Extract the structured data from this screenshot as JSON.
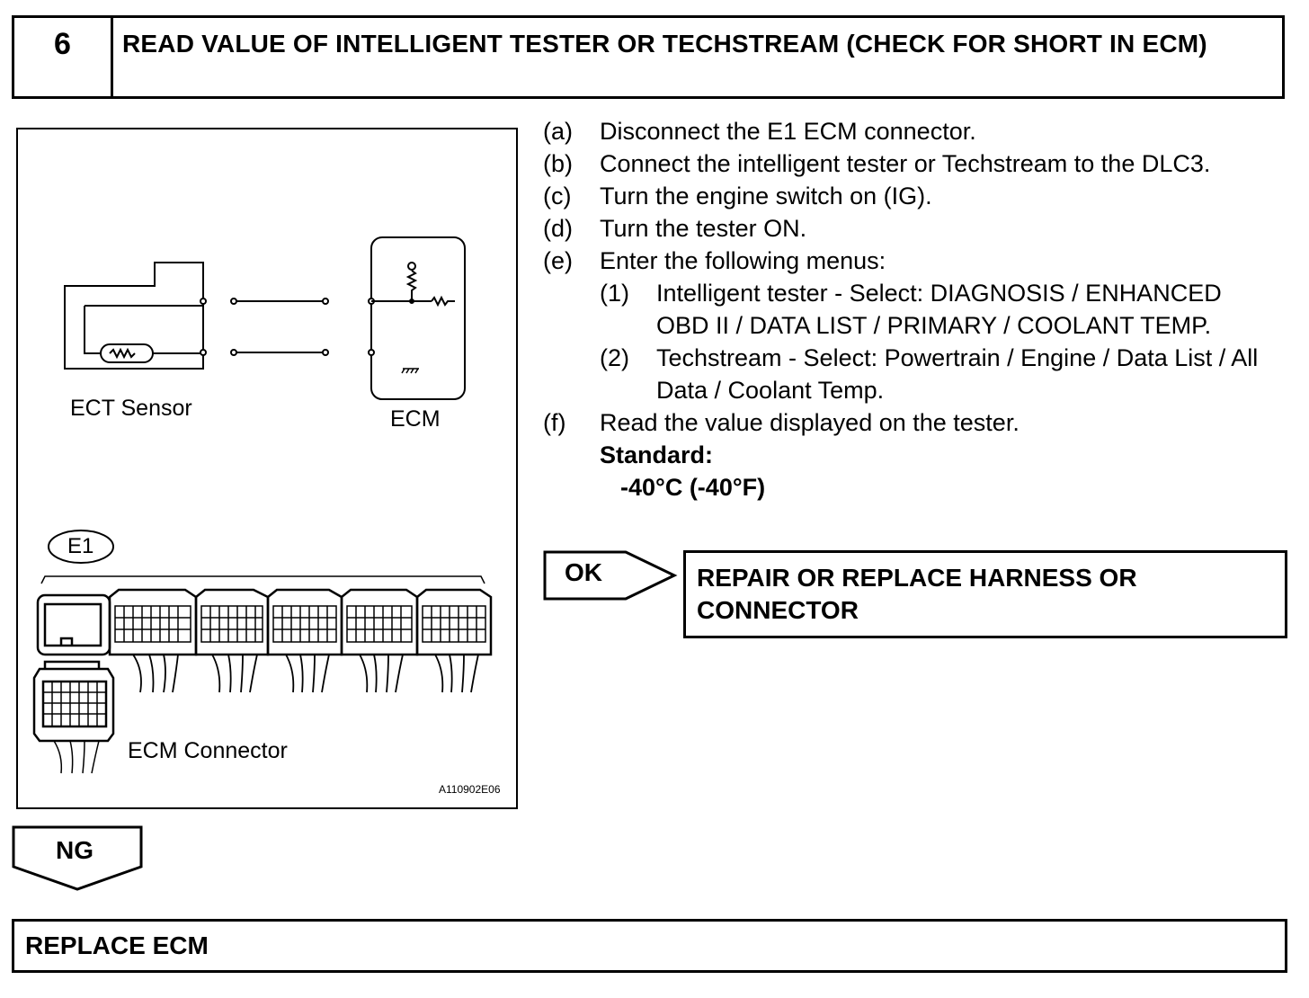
{
  "step": {
    "number": "6",
    "title": "READ VALUE OF INTELLIGENT TESTER OR TECHSTREAM (CHECK FOR SHORT IN ECM)"
  },
  "figure": {
    "sensor_label": "ECT Sensor",
    "ecm_label": "ECM",
    "connector_tag": "E1",
    "connector_label": "ECM Connector",
    "figure_code": "A110902E06"
  },
  "instructions": {
    "a": {
      "mark": "(a)",
      "text": "Disconnect the E1 ECM connector."
    },
    "b": {
      "mark": "(b)",
      "text": "Connect the intelligent tester or Techstream to the DLC3."
    },
    "c": {
      "mark": "(c)",
      "text": "Turn the engine switch on (IG)."
    },
    "d": {
      "mark": "(d)",
      "text": "Turn the tester ON."
    },
    "e": {
      "mark": "(e)",
      "text": "Enter the following menus:"
    },
    "e1": {
      "mark": "(1)",
      "text": "Intelligent tester - Select: DIAGNOSIS / ENHANCED OBD II / DATA LIST / PRIMARY / COOLANT TEMP."
    },
    "e2": {
      "mark": "(2)",
      "text": "Techstream - Select: Powertrain / Engine / Data List / All Data / Coolant Temp."
    },
    "f": {
      "mark": "(f)",
      "text": "Read the value displayed on the tester."
    },
    "standard_label": "Standard:",
    "standard_value": "-40°C (-40°F)"
  },
  "results": {
    "ok_label": "OK",
    "ok_action": "REPAIR OR REPLACE HARNESS OR CONNECTOR",
    "ng_label": "NG",
    "ng_action": "REPLACE ECM"
  }
}
